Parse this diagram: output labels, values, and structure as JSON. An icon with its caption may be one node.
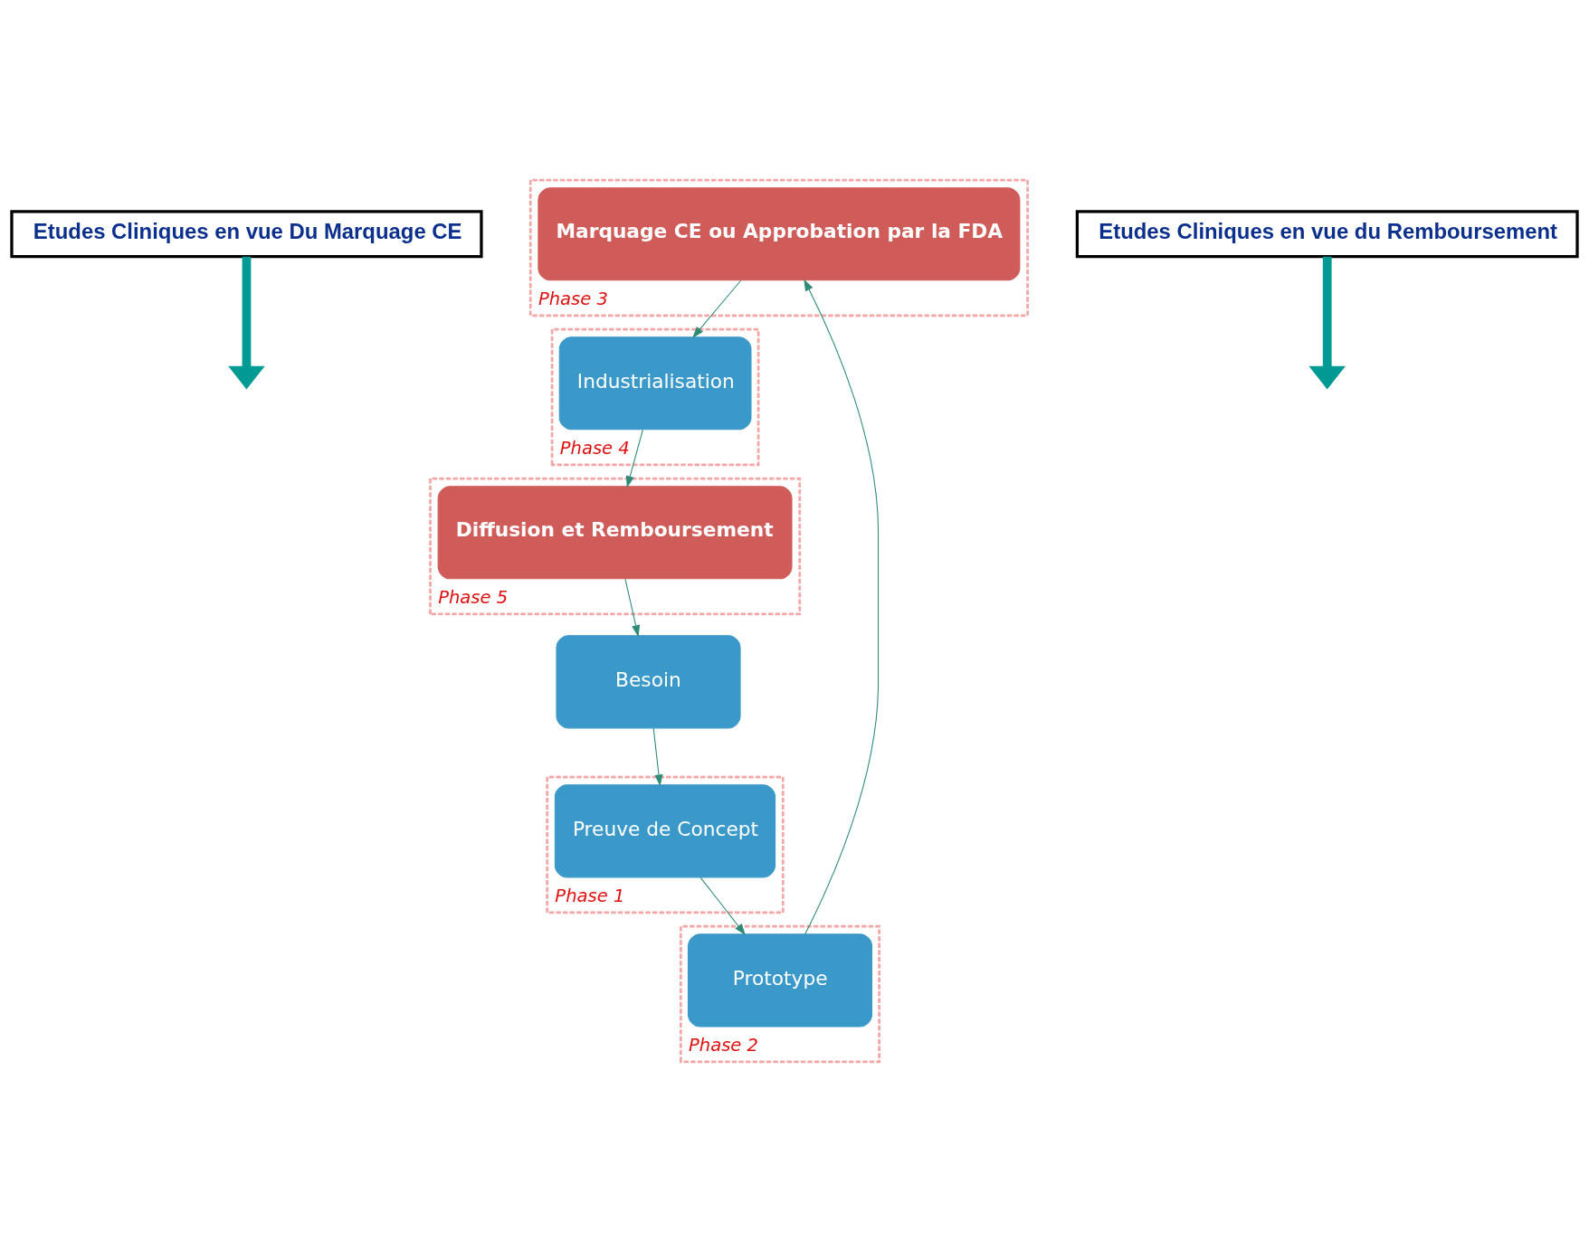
{
  "diagram": {
    "nodes": [
      {
        "text": [
          "Etudes Cliniques en vue Du Marquage CE"
        ]
      },
      {
        "text": [
          "Phase 3"
        ]
      },
      {
        "text": [
          "Marquage CE ou Approbation par la FDA"
        ],
        "in": 1
      },
      {
        "text": [
          "Phase 4"
        ]
      },
      {
        "text": [
          "Industrialisation"
        ],
        "in": 3
      },
      {
        "text": [
          "Phase 2"
        ]
      },
      {
        "text": [
          "Prototype"
        ],
        "in": 5
      },
      {
        "text": [
          "Etudes Cliniques en vue du Remboursement"
        ]
      },
      {
        "text": [
          "Phase 5"
        ]
      },
      {
        "text": [
          "Diffusion et Remboursement"
        ],
        "in": 8
      },
      {
        "text": [
          "Phase 1"
        ]
      },
      {
        "text": [
          "Preuve de Concept"
        ],
        "in": 10
      },
      {
        "text": [
          "Besoin"
        ]
      }
    ],
    "edges": [
      {
        "from": 12,
        "to": 11,
        "arrow": "to"
      },
      {
        "from": 11,
        "to": 6,
        "arrow": "to"
      },
      {
        "from": 6,
        "to": 2,
        "arrow": "to"
      },
      {
        "from": 2,
        "to": 4,
        "arrow": "to"
      },
      {
        "from": 4,
        "to": 9,
        "arrow": "to"
      },
      {
        "from": 9,
        "to": 12,
        "arrow": "to"
      },
      {
        "from": 0,
        "to": null,
        "arrow": "to",
        "style": "thick",
        "color": "#009a94"
      },
      {
        "from": 7,
        "to": null,
        "arrow": "to",
        "style": "thick",
        "color": "#009a94"
      }
    ]
  }
}
